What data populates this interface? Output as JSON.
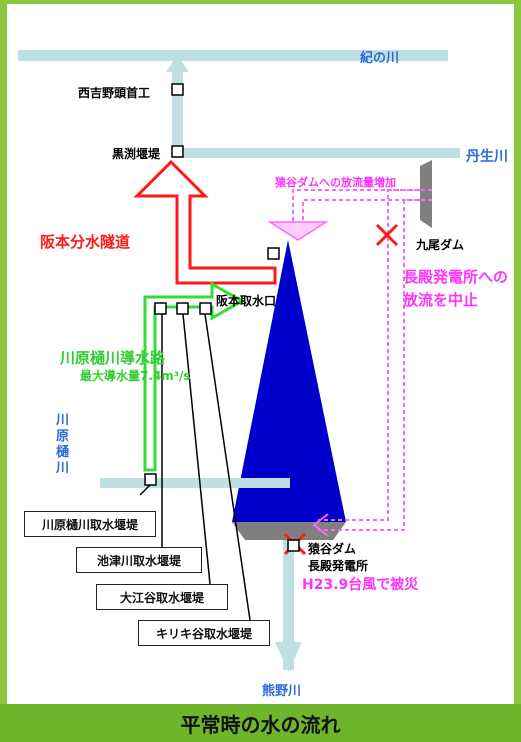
{
  "title": "平常時の水の流れ",
  "rivers": {
    "kinokawa": "紀の川",
    "nyukawa": "丹生川",
    "kumanogawa": "熊野川",
    "kawarahigawa": "川\n原\n樋\n川"
  },
  "facilities": {
    "nishiyoshino": "西吉野頭首工",
    "kurobuchi": "黒渕堰堤",
    "sakamoto_tunnel": "阪本分水隧道",
    "sakamoto_intake": "阪本取水口",
    "kuodam": "九尾ダム",
    "saruya_dam": "猿谷ダム",
    "nagatono": "長殿発電所",
    "nagatono_damage": "H23.9台風で被災",
    "kawarahigawa_channel": "川原樋川導水路",
    "channel_capacity": "最大導水量7.4m³/s"
  },
  "notes": {
    "discharge_increase": "猿谷ダムへの放流量増加",
    "stop_discharge_line1": "長殿発電所への",
    "stop_discharge_line2": "放流を中止"
  },
  "intakes": [
    "川原樋川取水堰堤",
    "池津川取水堰堤",
    "大江谷取水堰堤",
    "キリキ谷取水堰堤"
  ],
  "colors": {
    "river": "#bfe0e3",
    "tunnel": "#ff1a1a",
    "discharge": "#ff66ff",
    "channel": "#33dd33",
    "dam": "#0000cc",
    "river_label": "#2a6cd6",
    "footer": "#6fb52c"
  }
}
